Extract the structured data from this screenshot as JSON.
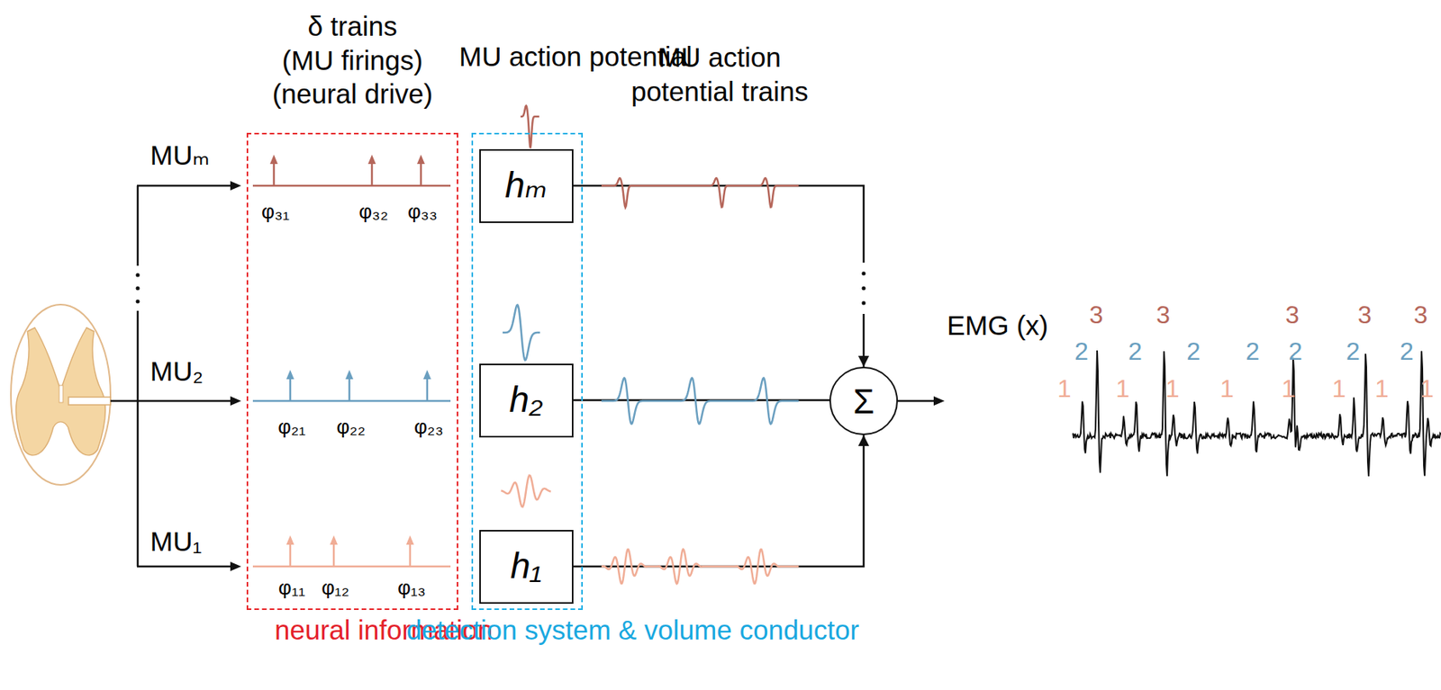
{
  "diagram": {
    "nodes": [
      {
        "text": [
          "δ trains (MU firings) (neural drive)",
          "neural information"
        ]
      },
      {
        "text": [
          "MU action potential",
          "detection system & volume conductor"
        ]
      },
      {
        "text": [
          "hₘ"
        ],
        "in": 1
      },
      {
        "text": [
          "h₂"
        ],
        "in": 1
      },
      {
        "text": [
          "h₁"
        ],
        "in": 1
      },
      {
        "text": [
          "Σ"
        ]
      }
    ],
    "edges": [
      {
        "from": 2,
        "to": 5,
        "arrow": "to"
      },
      {
        "from": 3,
        "to": 5,
        "arrow": "none"
      },
      {
        "from": 4,
        "to": 5,
        "arrow": "to"
      }
    ],
    "labels": [
      "MUₘ",
      "MU₂",
      "MU₁",
      "φ₃₁",
      "φ₃₂",
      "φ₃₃",
      "φ₂₁",
      "φ₂₂",
      "φ₂₃",
      "φ₁₁",
      "φ₁₂",
      "φ₁₃",
      "MU action potential trains",
      "EMG (x)",
      "3",
      "3",
      "3",
      "3",
      "3",
      "2",
      "2",
      "2",
      "2",
      "2",
      "2",
      "2",
      "1",
      "1",
      "1",
      "1",
      "1",
      "1",
      "1",
      "1"
    ]
  }
}
